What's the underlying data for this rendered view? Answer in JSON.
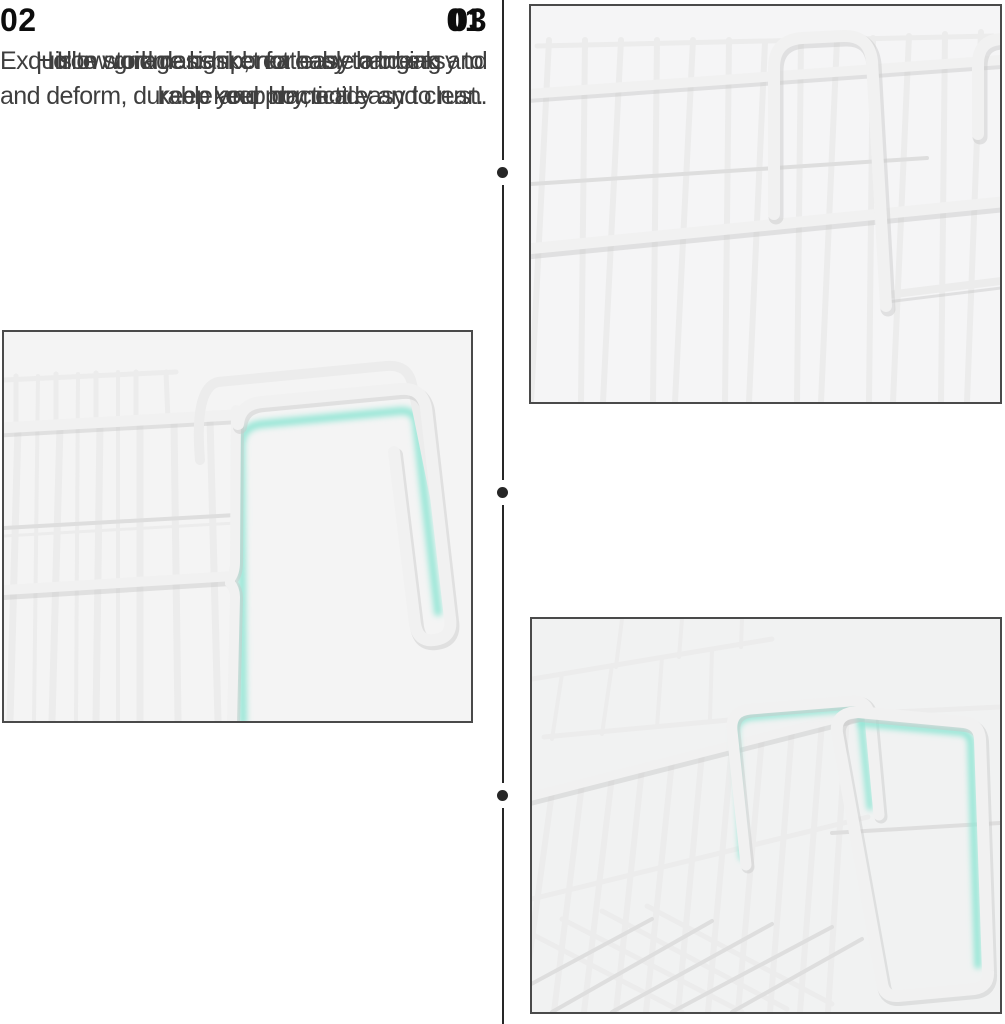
{
  "features": [
    {
      "number": "01",
      "lines": [
        "Hollow grid design, breathable and easy to",
        "keep dry, not easy to rust."
      ]
    },
    {
      "number": "02",
      "lines": [
        "Exquisite workmanship, not easy to break",
        "and deform, durable and practical."
      ]
    },
    {
      "number": "03",
      "lines": [
        "Iron storage basket for easy hanging and",
        "keep your home tidy and clean."
      ]
    }
  ],
  "photos": [
    {
      "name": "wire-basket-top-with-hooks"
    },
    {
      "name": "wire-basket-corner-hook-closeup"
    },
    {
      "name": "wire-basket-side-hanging-hooks"
    }
  ],
  "colors": {
    "background": "#ffffff",
    "divider": "#262626",
    "number_text": "#0d0d0d",
    "body_text": "#3e3e3e",
    "photo_border": "#4a4a4a",
    "photo_background": "#f5f5f6",
    "photo_background_alt": "#f1f2f2",
    "wire": "#ececec",
    "wire_shadow": "#c7c7c7",
    "highlight_teal": "#8fe5d4"
  }
}
